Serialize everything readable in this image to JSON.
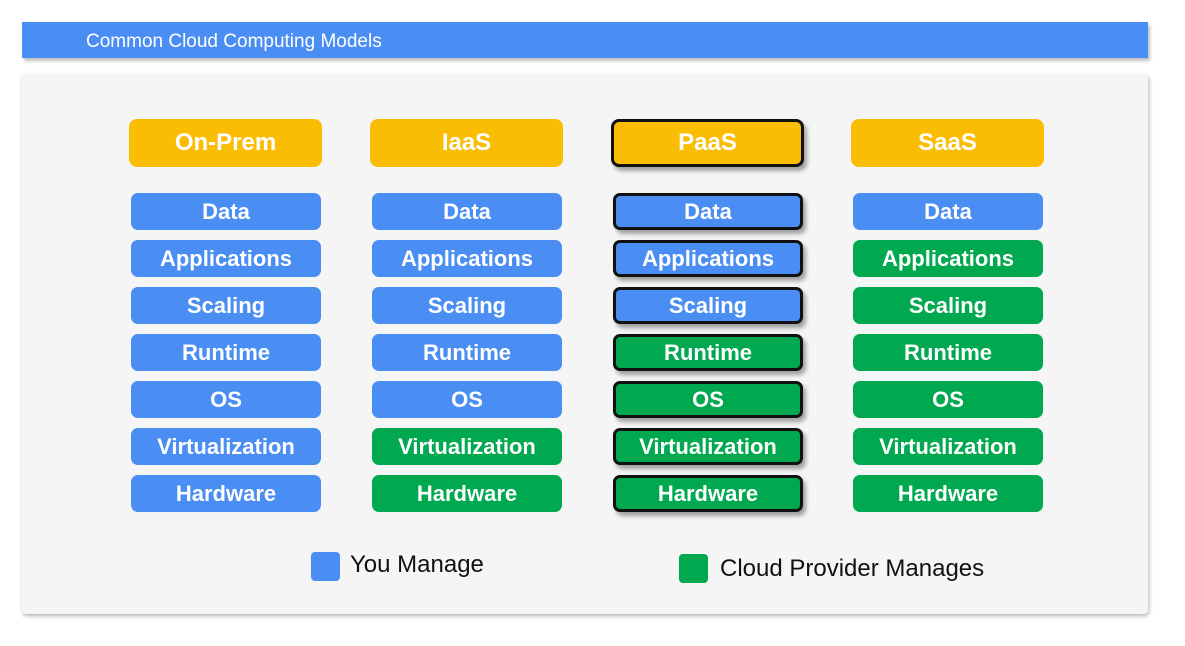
{
  "title": "Common Cloud Computing Models",
  "colors": {
    "header": "#fbbc04",
    "you_manage": "#4a8ef3",
    "provider_manages": "#00a94f",
    "outline": "#111111"
  },
  "models": [
    {
      "name": "On-Prem",
      "highlighted": false,
      "layers": [
        {
          "label": "Data",
          "manager": "you"
        },
        {
          "label": "Applications",
          "manager": "you"
        },
        {
          "label": "Scaling",
          "manager": "you"
        },
        {
          "label": "Runtime",
          "manager": "you"
        },
        {
          "label": "OS",
          "manager": "you"
        },
        {
          "label": "Virtualization",
          "manager": "you"
        },
        {
          "label": "Hardware",
          "manager": "you"
        }
      ]
    },
    {
      "name": "IaaS",
      "highlighted": false,
      "layers": [
        {
          "label": "Data",
          "manager": "you"
        },
        {
          "label": "Applications",
          "manager": "you"
        },
        {
          "label": "Scaling",
          "manager": "you"
        },
        {
          "label": "Runtime",
          "manager": "you"
        },
        {
          "label": "OS",
          "manager": "you"
        },
        {
          "label": "Virtualization",
          "manager": "provider"
        },
        {
          "label": "Hardware",
          "manager": "provider"
        }
      ]
    },
    {
      "name": "PaaS",
      "highlighted": true,
      "layers": [
        {
          "label": "Data",
          "manager": "you"
        },
        {
          "label": "Applications",
          "manager": "you"
        },
        {
          "label": "Scaling",
          "manager": "you"
        },
        {
          "label": "Runtime",
          "manager": "provider"
        },
        {
          "label": "OS",
          "manager": "provider"
        },
        {
          "label": "Virtualization",
          "manager": "provider"
        },
        {
          "label": "Hardware",
          "manager": "provider"
        }
      ]
    },
    {
      "name": "SaaS",
      "highlighted": false,
      "layers": [
        {
          "label": "Data",
          "manager": "you"
        },
        {
          "label": "Applications",
          "manager": "provider"
        },
        {
          "label": "Scaling",
          "manager": "provider"
        },
        {
          "label": "Runtime",
          "manager": "provider"
        },
        {
          "label": "OS",
          "manager": "provider"
        },
        {
          "label": "Virtualization",
          "manager": "provider"
        },
        {
          "label": "Hardware",
          "manager": "provider"
        }
      ]
    }
  ],
  "legend": {
    "you_manage": "You Manage",
    "provider_manages": "Cloud Provider Manages"
  }
}
